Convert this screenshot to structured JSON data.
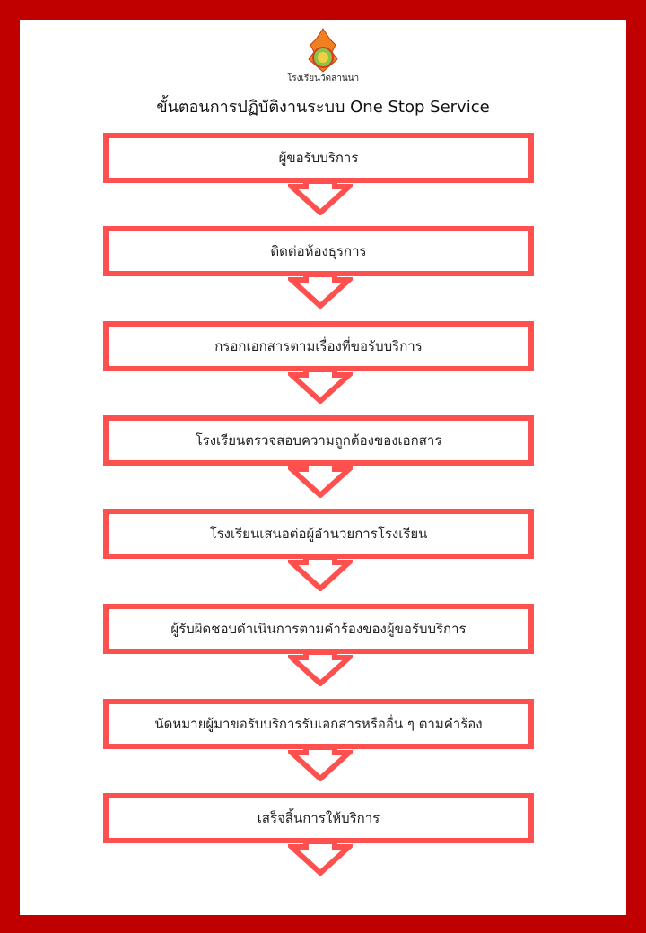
{
  "header": {
    "logo_text": "โรงเรียนวัดลานนา",
    "title": "ขั้นตอนการปฏิบัติงานระบบ One Stop Service"
  },
  "steps": [
    {
      "label": "ผู้ขอรับบริการ"
    },
    {
      "label": "ติดต่อห้องธุรการ"
    },
    {
      "label": "กรอกเอกสารตามเรื่องที่ขอรับบริการ"
    },
    {
      "label": "โรงเรียนตรวจสอบความถูกต้องของเอกสาร"
    },
    {
      "label": "โรงเรียนเสนอต่อผู้อำนวยการโรงเรียน"
    },
    {
      "label": "ผู้รับผิดชอบดำเนินการตามคำร้องของผู้ขอรับบริการ"
    },
    {
      "label": "นัดหมายผู้มาขอรับบริการรับเอกสารหรืออื่น ๆ ตามคำร้อง"
    },
    {
      "label": "เสร็จสิ้นการให้บริการ"
    }
  ],
  "colors": {
    "frame": "#c00000",
    "box_border": "#ff5050"
  }
}
